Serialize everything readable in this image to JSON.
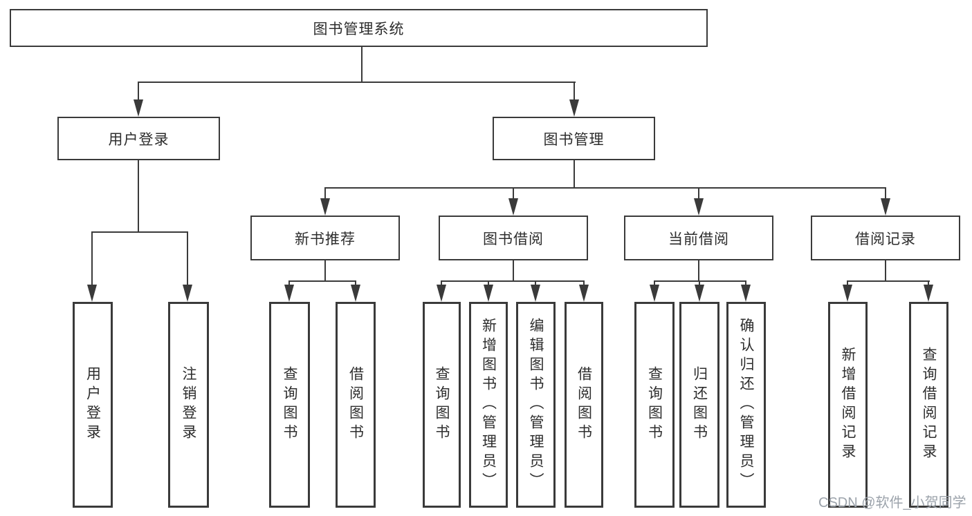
{
  "colors": {
    "line": "#3a3a3a",
    "text": "#2d2d2d",
    "watermark": "#9ca3ab",
    "bg": "#ffffff"
  },
  "tree": {
    "root": {
      "label": "图书管理系统"
    },
    "branches": [
      {
        "label": "用户登录",
        "children": [
          {
            "label": "用户登录"
          },
          {
            "label": "注销登录"
          }
        ]
      },
      {
        "label": "图书管理",
        "children": [
          {
            "label": "新书推荐",
            "children": [
              {
                "label": "查询图书"
              },
              {
                "label": "借阅图书"
              }
            ]
          },
          {
            "label": "图书借阅",
            "children": [
              {
                "label": "查询图书"
              },
              {
                "label": "新增图书（管理员）"
              },
              {
                "label": "编辑图书（管理员）"
              },
              {
                "label": "借阅图书"
              }
            ]
          },
          {
            "label": "当前借阅",
            "children": [
              {
                "label": "查询图书"
              },
              {
                "label": "归还图书"
              },
              {
                "label": "确认归还（管理员）"
              }
            ]
          },
          {
            "label": "借阅记录",
            "children": [
              {
                "label": "新增借阅记录"
              },
              {
                "label": "查询借阅记录"
              }
            ]
          }
        ]
      }
    ]
  },
  "watermark": {
    "text": "CSDN @软件_小贺同学"
  }
}
